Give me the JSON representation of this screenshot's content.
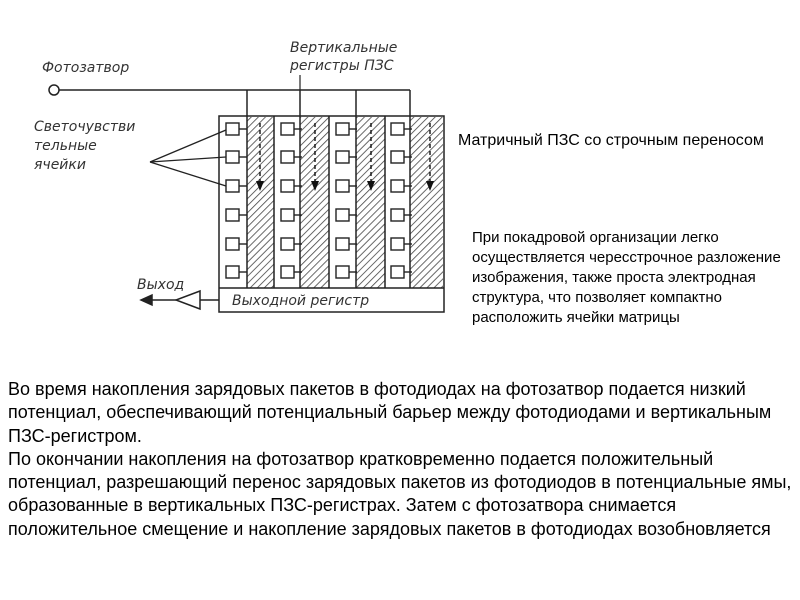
{
  "diagram": {
    "labels": {
      "photo_gate": "Фотозатвор",
      "vertical_registers_line1": "Вертикальные",
      "vertical_registers_line2": "регистры ПЗС",
      "photosensitive_line1": "Светочувстви",
      "photosensitive_line2": "тельные",
      "photosensitive_line3": "ячейки",
      "output": "Выход",
      "output_register": "Выходной регистр"
    }
  },
  "title": "Матричный ПЗС со строчным переносом",
  "note": "При покадровой организации легко осуществляется чересстрочное разложение изображения, также проста электродная структура, что позволяет компактно расположить ячейки матрицы",
  "body": {
    "paragraph1": "Во время накопления зарядовых пакетов в фотодиодах на фотозатвор подается низкий потенциал, обеспечивающий потенциальный барьер между фотодиодами и вертикальным ПЗС-регистром.",
    "paragraph2": "По окончании накопления на фотозатвор кратковременно подается положительный потенциал, разрешающий перенос зарядовых пакетов из фотодиодов в потенциальные ямы, образованные в вертикальных ПЗС-регистрах. Затем с фотозатвора снимается положительное смещение и накопление зарядовых пакетов в фотодиодах возобновляется"
  }
}
